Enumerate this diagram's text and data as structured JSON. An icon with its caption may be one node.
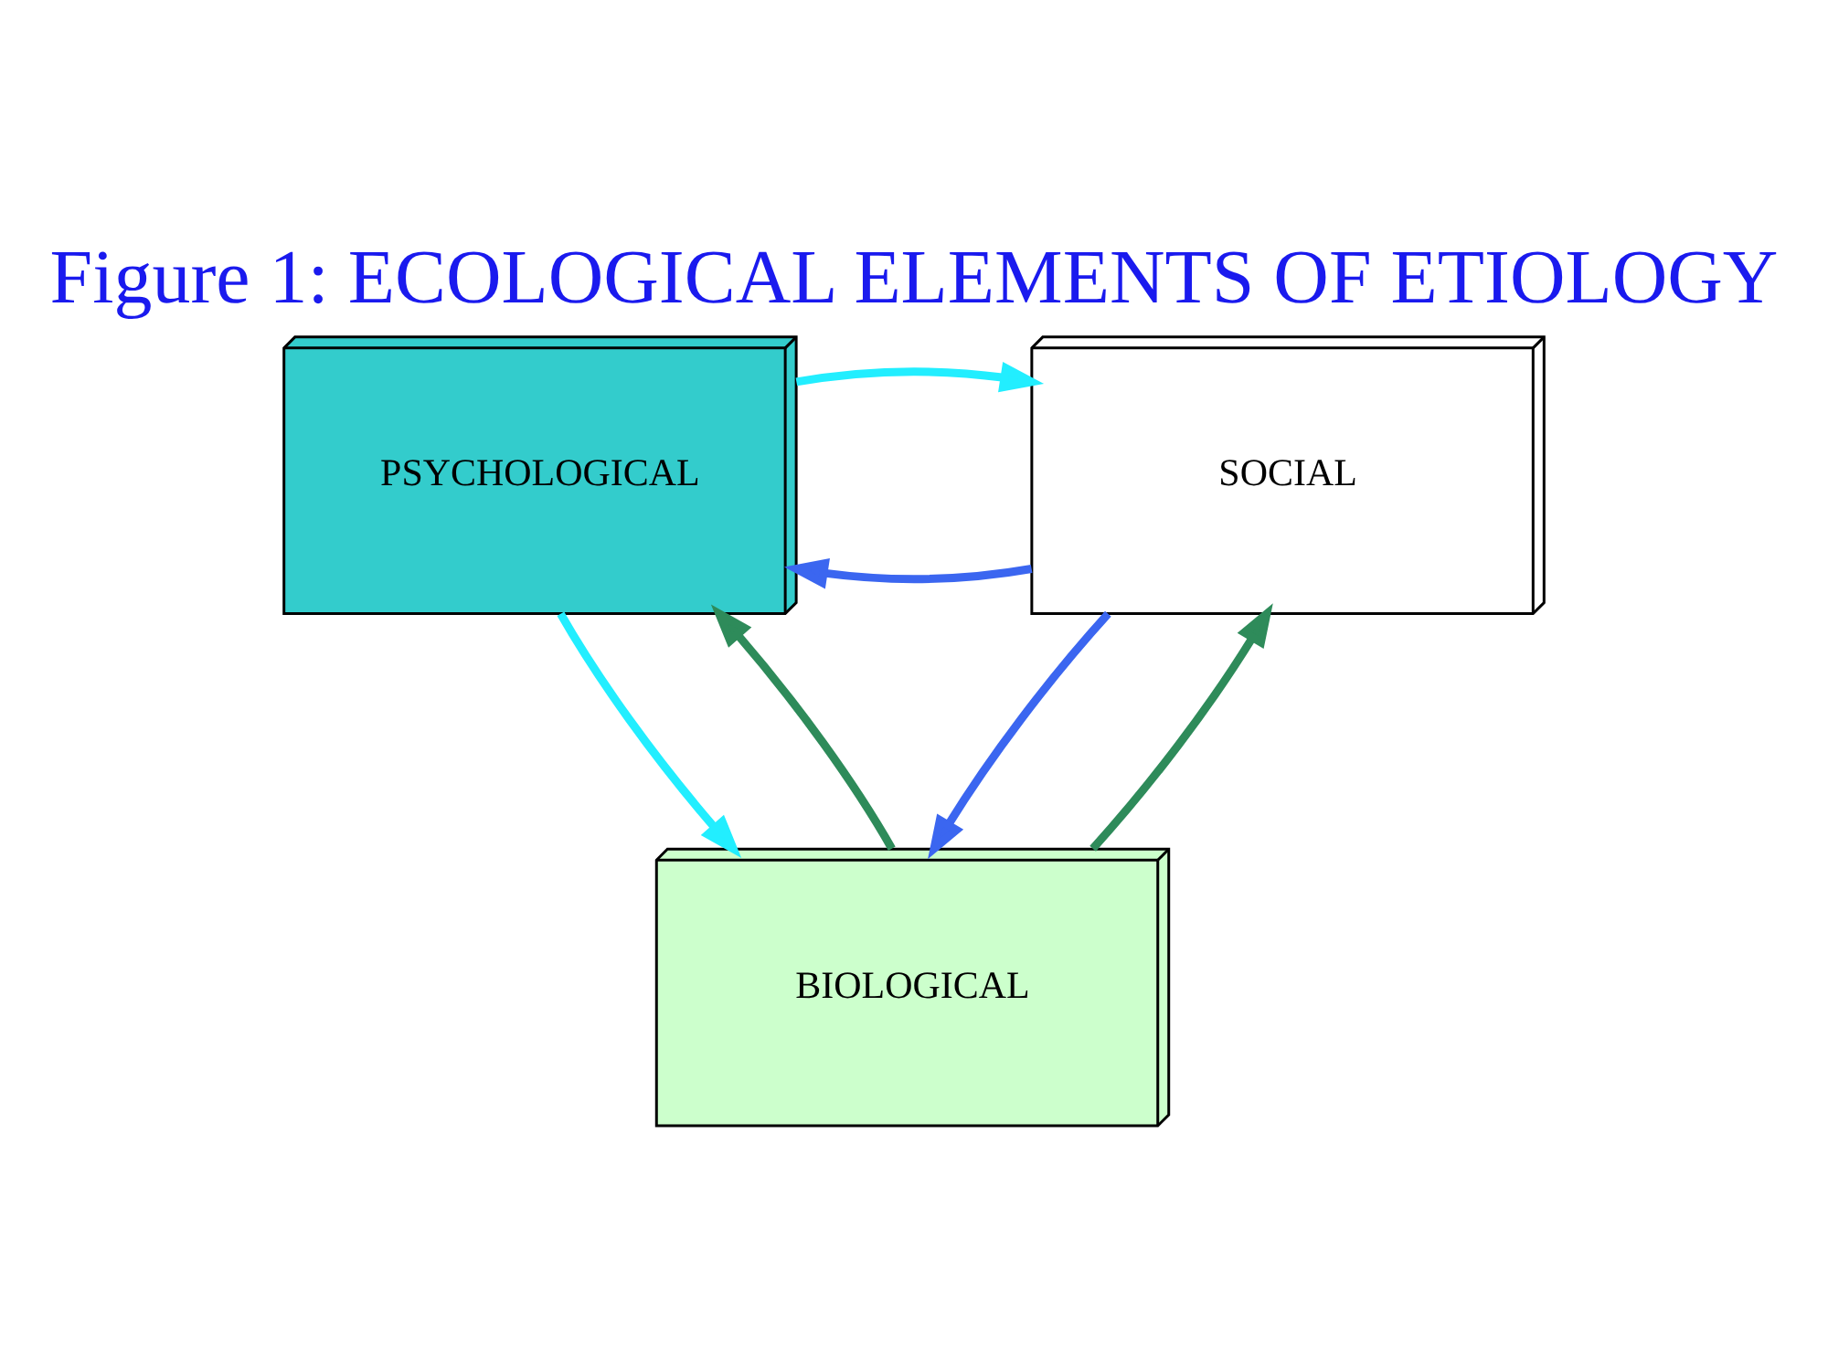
{
  "diagram": {
    "title": "Figure 1: ECOLOGICAL ELEMENTS OF ETIOLOGY",
    "nodes": [
      {
        "text": [
          "PSYCHOLOGICAL"
        ]
      },
      {
        "text": [
          "SOCIAL"
        ]
      },
      {
        "text": [
          "BIOLOGICAL"
        ]
      }
    ],
    "edges": [
      {
        "from": 1,
        "to": 0,
        "arrow": "to",
        "color": "#3b66f0"
      },
      {
        "from": 0,
        "to": 1,
        "arrow": "to",
        "color": "#22eeff"
      },
      {
        "from": 0,
        "to": 2,
        "arrow": "to",
        "color": "#22eeff"
      },
      {
        "from": 2,
        "to": 0,
        "arrow": "to",
        "color": "#2e8b5a"
      },
      {
        "from": 1,
        "to": 2,
        "arrow": "to",
        "color": "#3b66f0"
      },
      {
        "from": 2,
        "to": 1,
        "arrow": "to",
        "color": "#2e8b5a"
      }
    ]
  }
}
